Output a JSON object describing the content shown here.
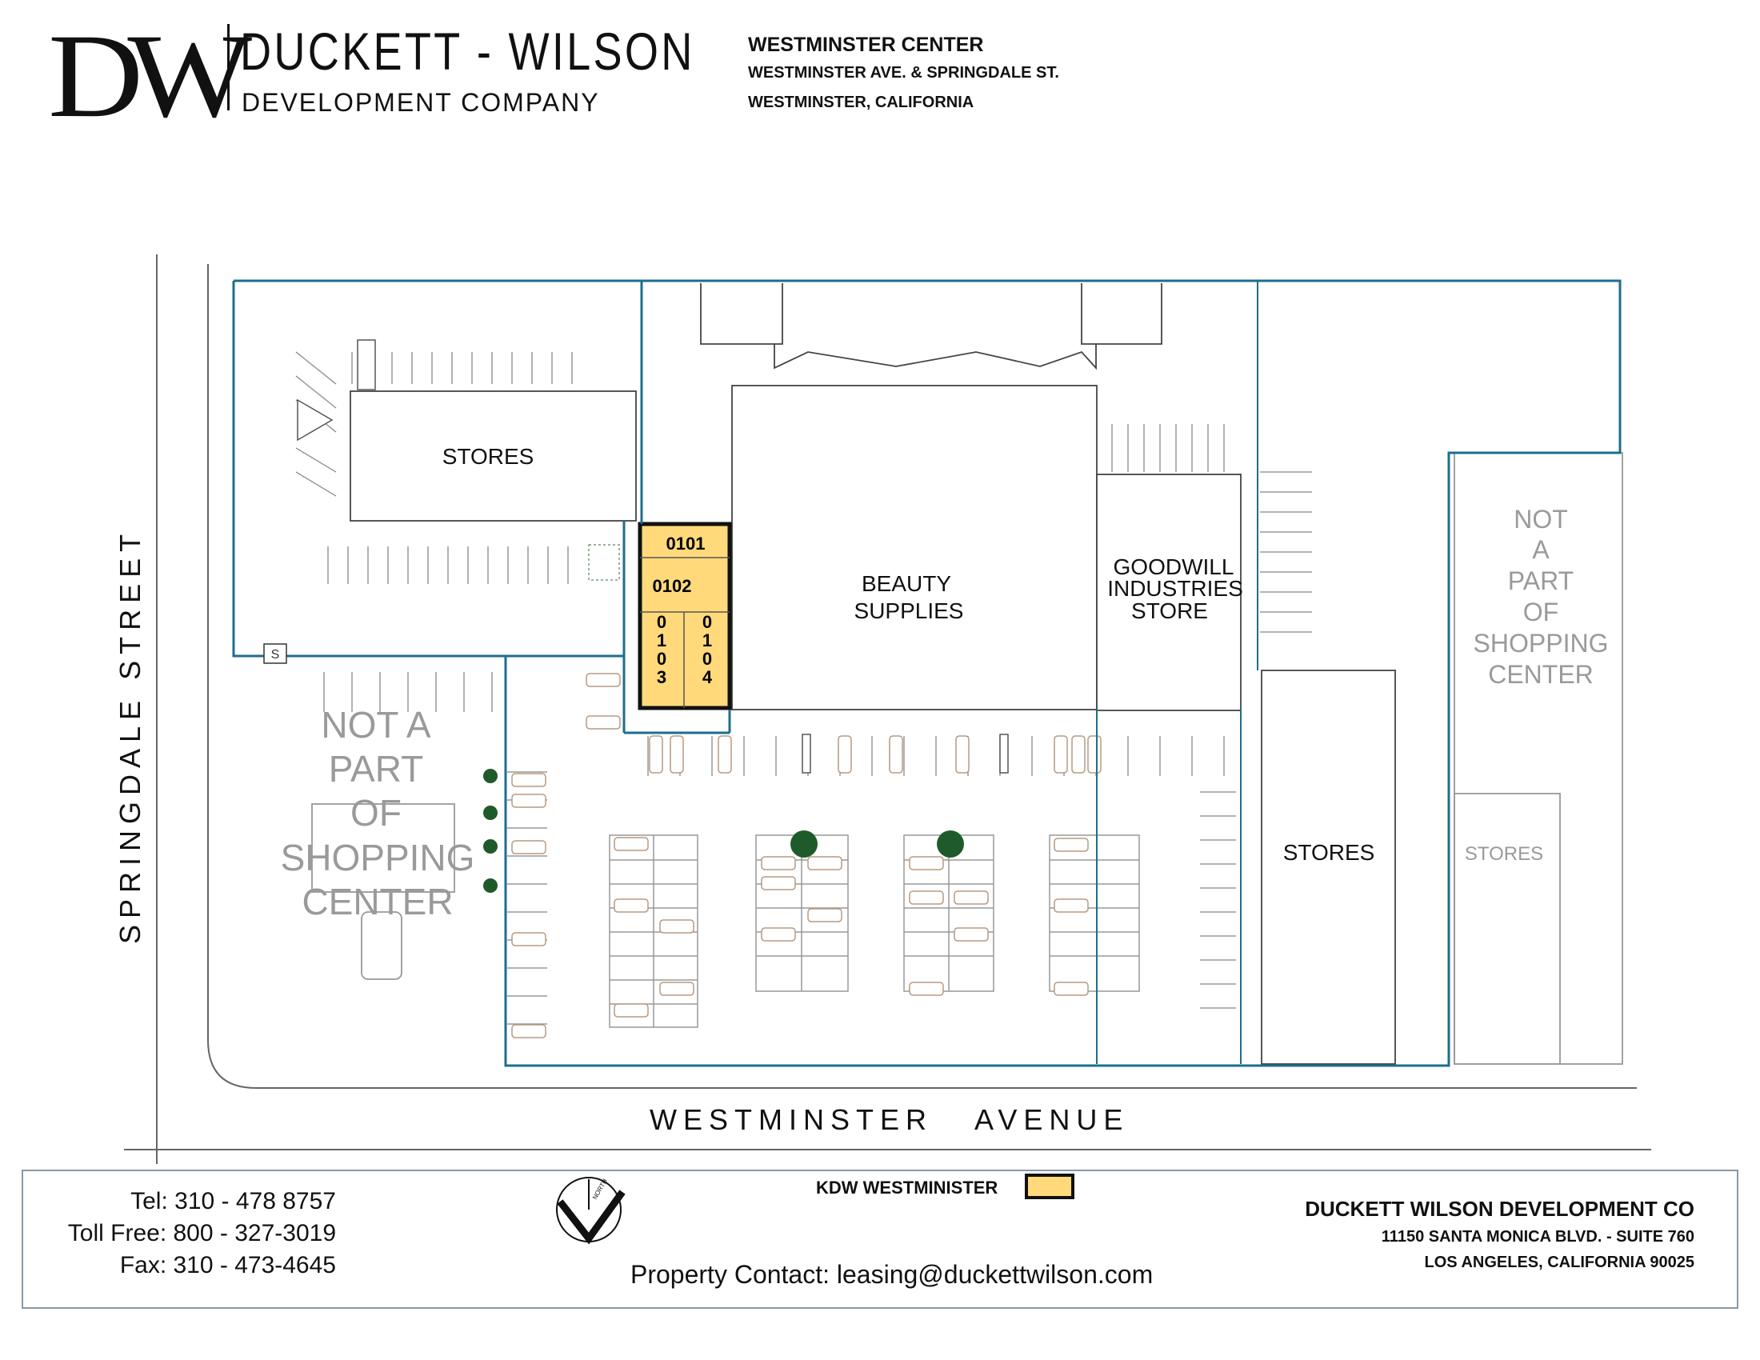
{
  "header": {
    "logo_mark": "DW",
    "logo_name": "DUCKETT - WILSON",
    "logo_sub": "DEVELOPMENT COMPANY",
    "center_name": "WESTMINSTER CENTER",
    "center_street": "WESTMINSTER AVE. & SPRINGDALE ST.",
    "center_city": "WESTMINSTER,  CALIFORNIA"
  },
  "map": {
    "streets": {
      "west": "SPRINGDALE   STREET",
      "south": "WESTMINSTER   AVENUE"
    },
    "buildings": {
      "stores_nw": "STORES",
      "beauty": [
        "BEAUTY",
        "SUPPLIES"
      ],
      "goodwill": [
        "GOODWILL",
        "INDUSTRIES",
        "STORE"
      ],
      "stores_e": "STORES",
      "stores_far_e": "STORES"
    },
    "not_part_east": [
      "NOT",
      "A",
      "PART",
      "OF",
      "SHOPPING",
      "CENTER"
    ],
    "not_part_west": [
      "NOT A",
      "PART",
      "OF",
      "SHOPPING",
      "CENTER"
    ],
    "units": {
      "u0101": "0101",
      "u0102": "0102",
      "u0103": [
        "0",
        "1",
        "0",
        "3"
      ],
      "u0104": [
        "0",
        "1",
        "0",
        "4"
      ]
    },
    "colors": {
      "boundary": "#1c6e8e",
      "highlight": "#ffd97a",
      "not_part_text": "#9a9a9a",
      "tree": "#1f5a2b"
    },
    "north_label": "NORTH"
  },
  "footer": {
    "tel": "Tel: 310 - 478 8757",
    "toll_free": "Toll Free: 800 - 327-3019",
    "fax": "Fax: 310 - 473-4645",
    "property_contact": "Property Contact: leasing@duckettwilson.com",
    "legend_label": "KDW WESTMINISTER",
    "company_name": "DUCKETT WILSON DEVELOPMENT CO",
    "company_address": "11150 SANTA MONICA BLVD. - SUITE 760",
    "company_city": "LOS ANGELES, CALIFORNIA 90025"
  }
}
